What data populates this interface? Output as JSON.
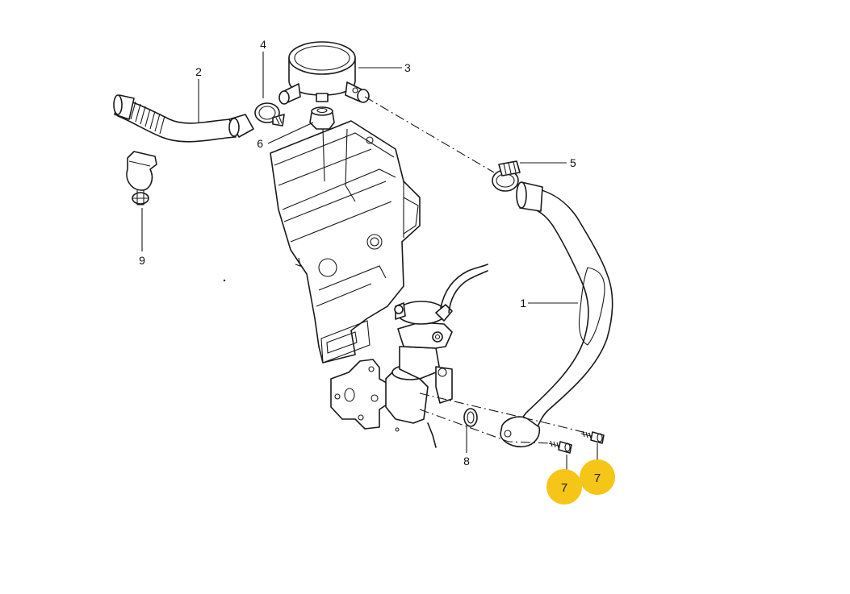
{
  "callouts": [
    {
      "id": "1",
      "label": "1"
    },
    {
      "id": "2",
      "label": "2"
    },
    {
      "id": "3",
      "label": "3"
    },
    {
      "id": "4",
      "label": "4"
    },
    {
      "id": "5",
      "label": "5"
    },
    {
      "id": "6",
      "label": "6"
    },
    {
      "id": "7a",
      "label": "7"
    },
    {
      "id": "7b",
      "label": "7"
    },
    {
      "id": "8",
      "label": "8"
    },
    {
      "id": "9",
      "label": "9"
    }
  ],
  "highlight_color": "#f5c518",
  "highlighted_part": "7"
}
